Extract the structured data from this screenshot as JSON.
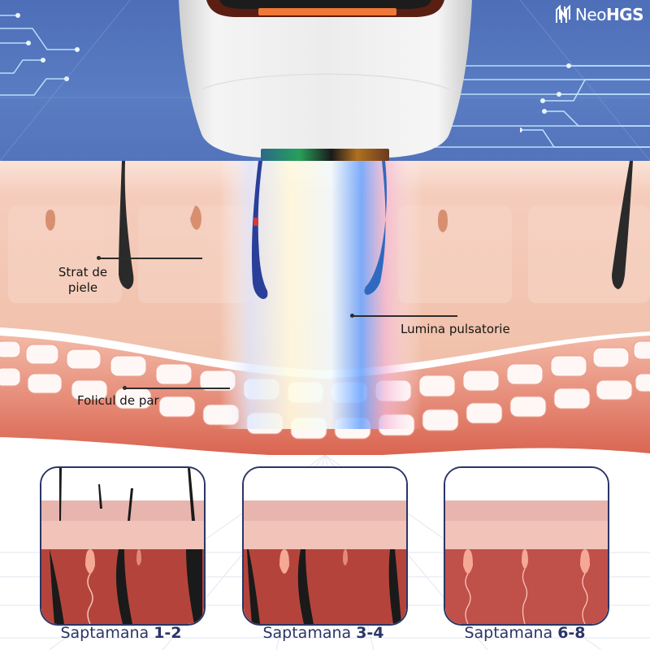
{
  "brand": {
    "name_light": "Neo",
    "name_bold": "HGS",
    "icon": "neohgs-logo-icon"
  },
  "diagram": {
    "labels": {
      "skin_layer_line1": "Strat de",
      "skin_layer_line2": "piele",
      "pulsed_light": "Lumina pulsatorie",
      "hair_follicle": "Folicul de par"
    }
  },
  "stages": [
    {
      "prefix": "Saptamana ",
      "weeks": "1-2"
    },
    {
      "prefix": "Saptamana ",
      "weeks": "3-4"
    },
    {
      "prefix": "Saptamana ",
      "weeks": "6-8"
    }
  ],
  "colors": {
    "top_background": "#5373bb",
    "device_accent": "#f07838",
    "panel_border": "#2a3566",
    "caption_text": "#2a3566",
    "skin": "#f2c2ad",
    "dermis": "#b8483e"
  }
}
